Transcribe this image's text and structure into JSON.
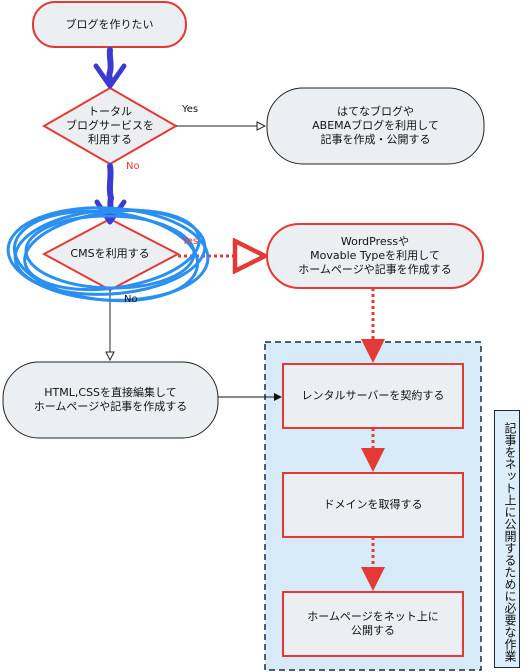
{
  "nodes": {
    "start": "ブログを作りたい",
    "decision_blog": "トータル\nブログサービスを\n利用する",
    "hatena": "はてなブログや\nABEMAブログを利用して\n記事を作成・公開する",
    "decision_cms": "CMSを利用する",
    "wordpress": "WordPressや\nMovable Typeを利用して\nホームページや記事を作成する",
    "html_css": "HTML,CSSを直接編集して\nホームページや記事を作成する",
    "rental": "レンタルサーバーを契約する",
    "domain": "ドメインを取得する",
    "publish": "ホームページをネット上に\n公開する"
  },
  "edges": {
    "yes1": "Yes",
    "no1": "No",
    "yes2": "Yes",
    "no2": "No"
  },
  "group_label": "記事をネット上に公開するために必要な作業",
  "colors": {
    "red": "#e53935",
    "blue_marker": "#2979ff",
    "purple_marker": "#3b3bd1",
    "box_fill": "#eceff1",
    "group_fill": "#d6ebf7"
  }
}
